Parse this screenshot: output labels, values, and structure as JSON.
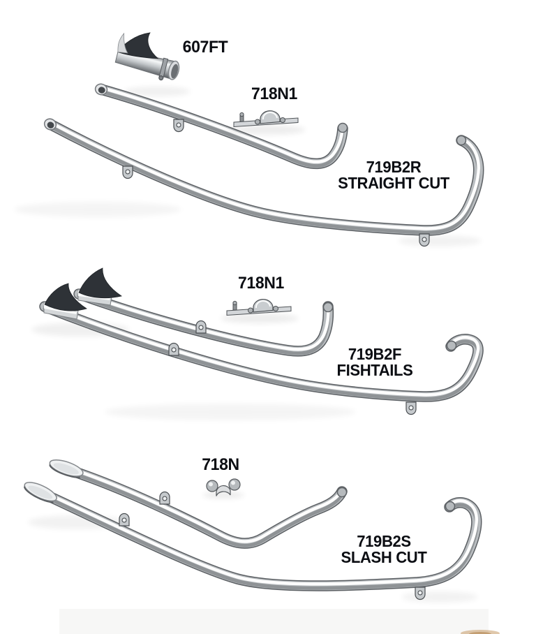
{
  "page": {
    "background": "#ffffff",
    "label_color": "#0c0e13"
  },
  "catalog": {
    "sections": [
      {
        "id": "straight-cut",
        "tip_label": "607FT",
        "bracket_label": "718N1",
        "part_number": "719B2R",
        "style_name": "STRAIGHT CUT"
      },
      {
        "id": "fishtails",
        "bracket_label": "718N1",
        "part_number": "719B2F",
        "style_name": "FISHTAILS"
      },
      {
        "id": "slash-cut",
        "bracket_label": "718N",
        "part_number": "719B2S",
        "style_name": "SLASH CUT"
      }
    ],
    "colors": {
      "chrome_light": "#fdfdfd",
      "chrome_mid": "#babec1",
      "chrome_dark": "#5b5f63",
      "fin_dark": "#2e3237"
    }
  }
}
